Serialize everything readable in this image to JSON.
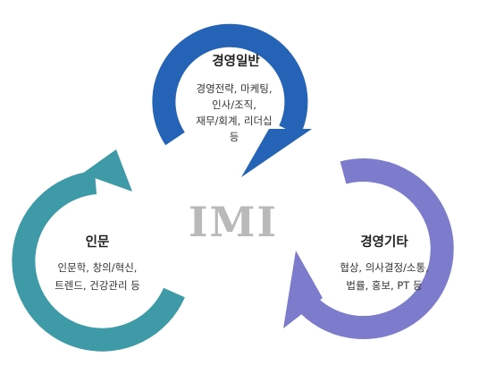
{
  "logo": "IMI",
  "colors": {
    "top": "#2463b5",
    "left": "#3d9aa6",
    "right": "#7c7bcc",
    "logo": "#b9b9b9"
  },
  "cycles": [
    {
      "id": "management",
      "title": "경영일반",
      "lines": [
        "경영전략, 마케팅,",
        "인사/조직,",
        "재무/회계, 리더십",
        "등"
      ]
    },
    {
      "id": "humanities",
      "title": "인문",
      "lines": [
        "인문학, 창의/혁신,",
        "트렌드, 건강관리 등"
      ]
    },
    {
      "id": "other",
      "title": "경영기타",
      "lines": [
        "협상, 의사결정/소통,",
        "법률, 홍보, PT 등"
      ]
    }
  ]
}
